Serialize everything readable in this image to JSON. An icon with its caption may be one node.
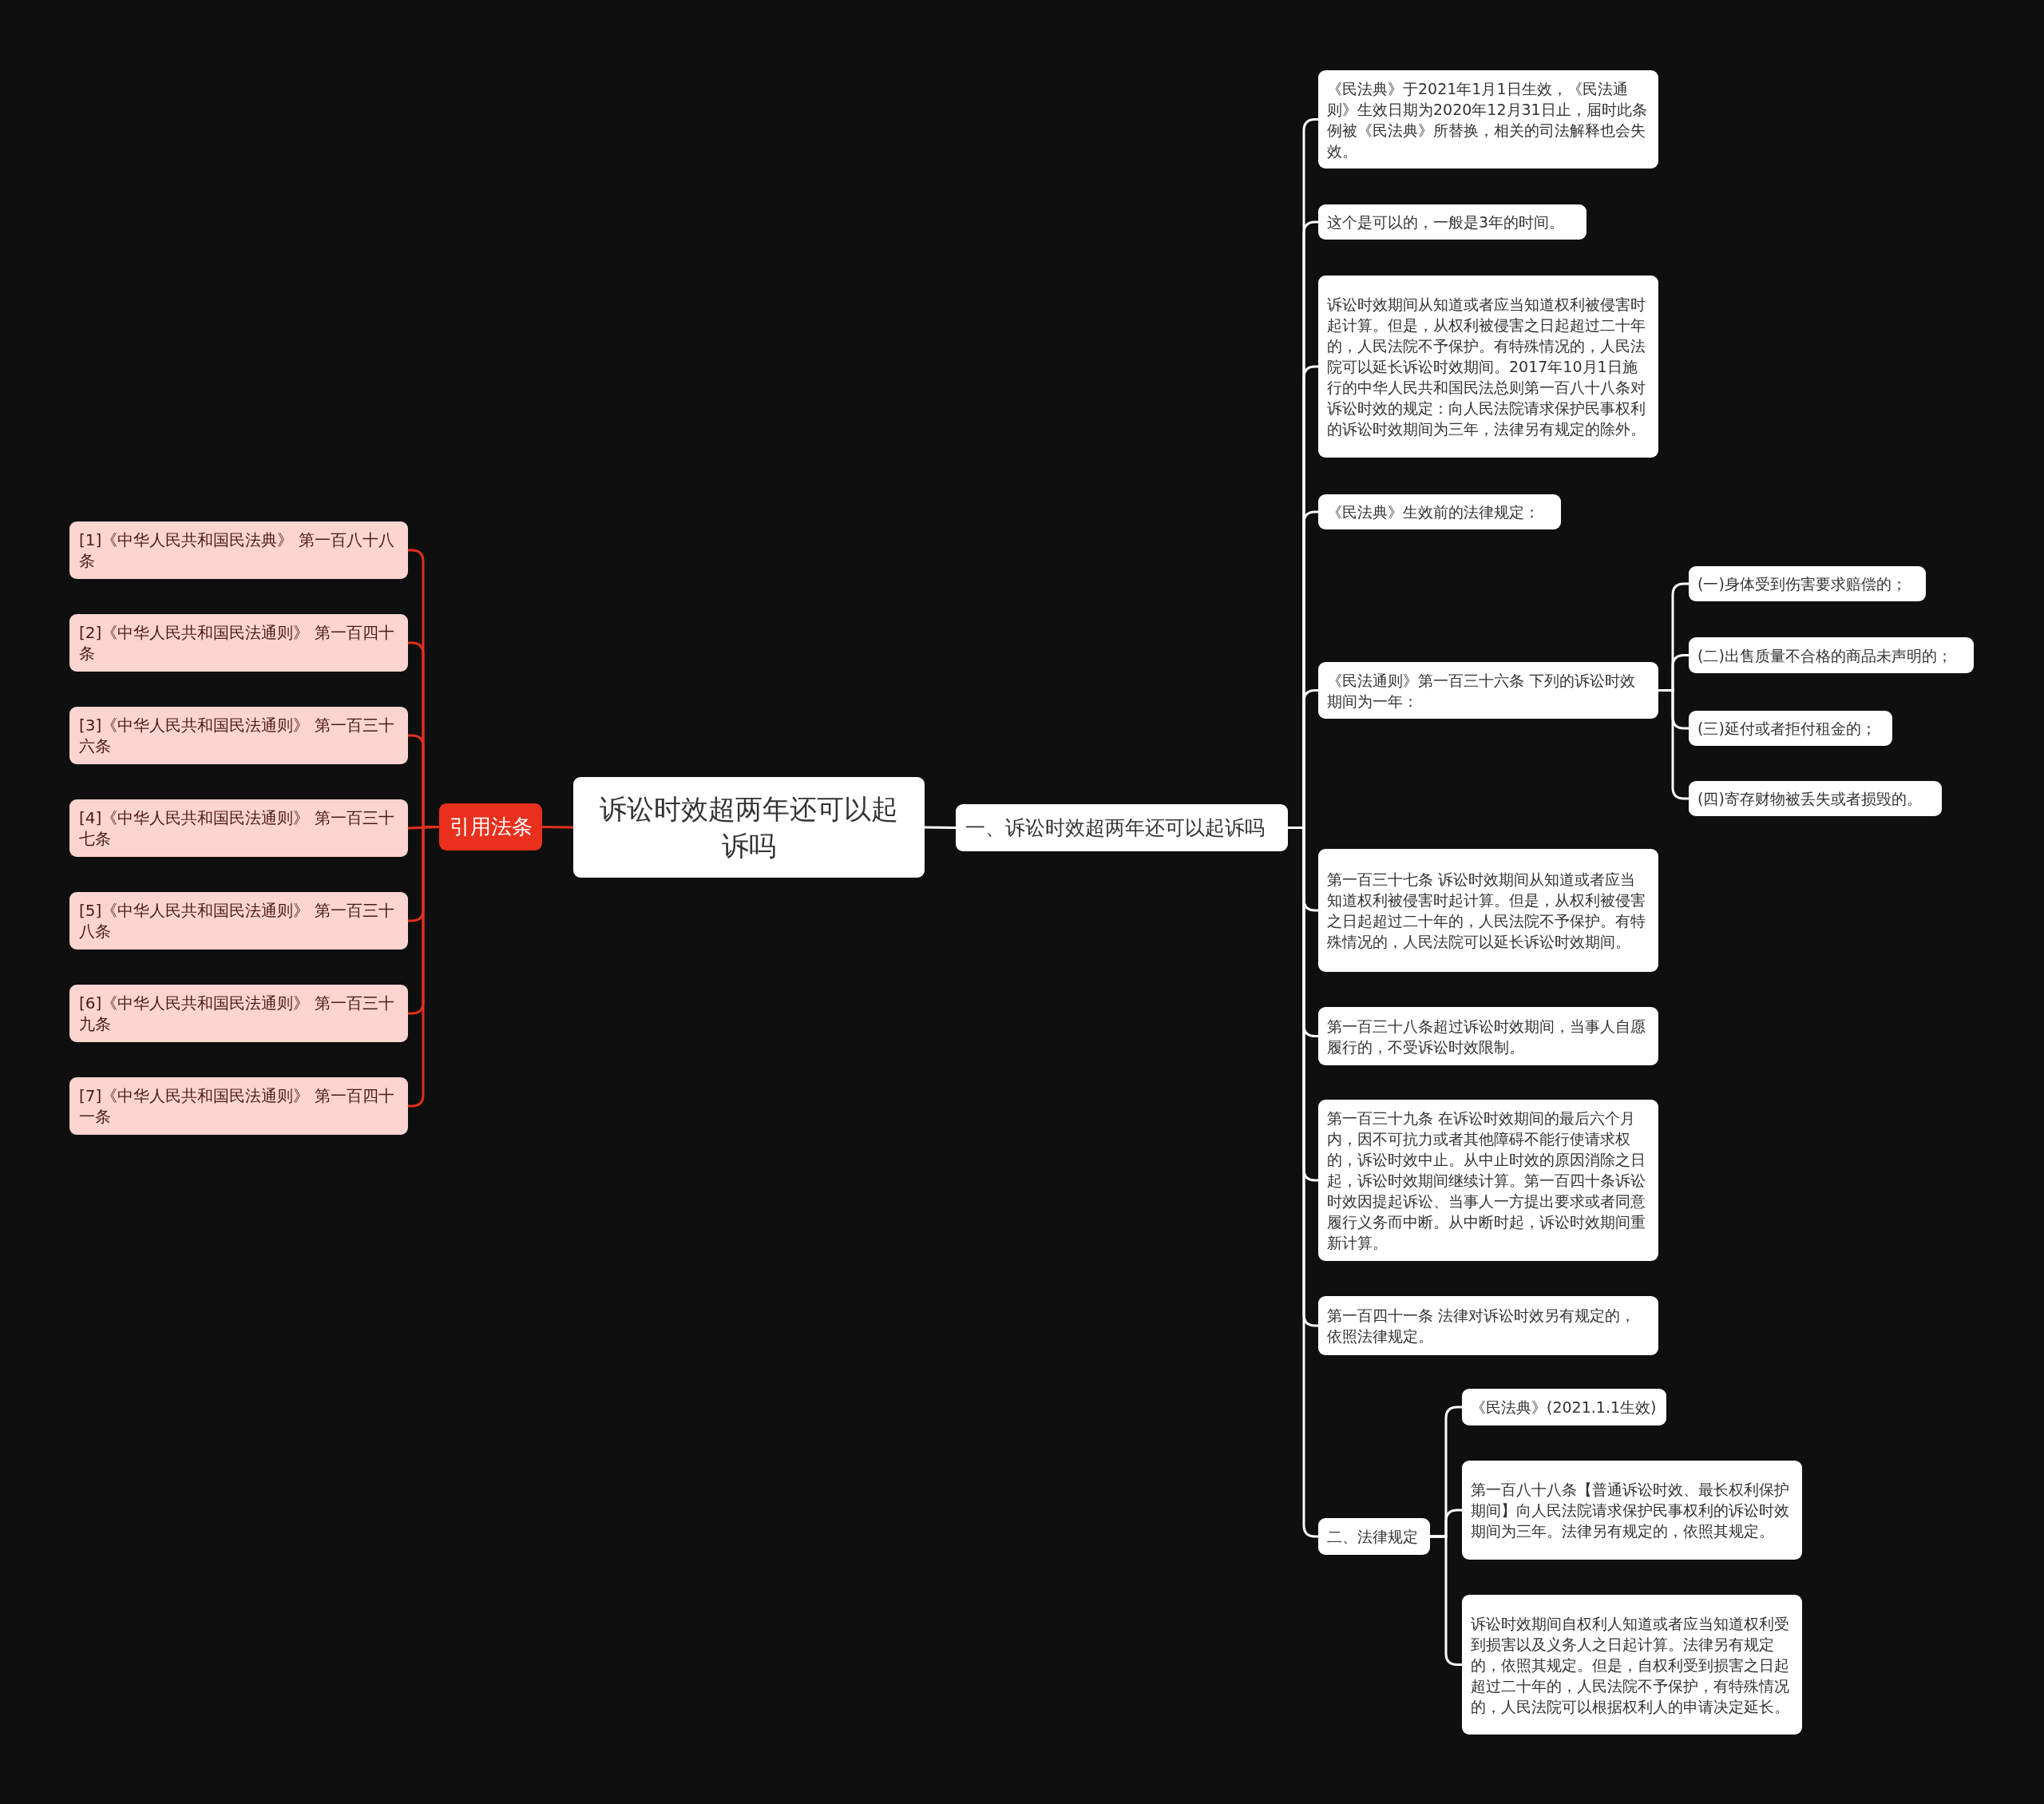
{
  "diagram": {
    "nodes": [
      {
        "text": [
          "诉讼时效超两年还可以起诉吗"
        ]
      },
      {
        "text": [
          "引用法条"
        ]
      },
      {
        "text": [
          "[1]《中华人民共和国民法典》 第一百八十八条"
        ]
      },
      {
        "text": [
          "[2]《中华人民共和国民法通则》 第一百四十条"
        ]
      },
      {
        "text": [
          "[3]《中华人民共和国民法通则》 第一百三十六条"
        ]
      },
      {
        "text": [
          "[4]《中华人民共和国民法通则》 第一百三十七条"
        ]
      },
      {
        "text": [
          "[5]《中华人民共和国民法通则》 第一百三十八条"
        ]
      },
      {
        "text": [
          "[6]《中华人民共和国民法通则》 第一百三十九条"
        ]
      },
      {
        "text": [
          "[7]《中华人民共和国民法通则》 第一百四十一条"
        ]
      },
      {
        "text": [
          "一、诉讼时效超两年还可以起诉吗"
        ]
      },
      {
        "text": [
          "《民法典》于2021年1月1日生效，《民法通则》生效日期为2020年12月31日止，届时此条例被《民法典》所替换，相关的司法解释也会失效。"
        ]
      },
      {
        "text": [
          "这个是可以的，一般是3年的时间。"
        ]
      },
      {
        "text": [
          "诉讼时效期间从知道或者应当知道权利被侵害时起计算。但是，从权利被侵害之日起超过二十年的，人民法院不予保护。有特殊情况的，人民法院可以延长诉讼时效期间。2017年10月1日施行的中华人民共和国民法总则第一百八十八条对诉讼时效的规定：向人民法院请求保护民事权利的诉讼时效期间为三年，法律另有规定的除外。"
        ]
      },
      {
        "text": [
          "《民法典》生效前的法律规定："
        ]
      },
      {
        "text": [
          "《民法通则》第一百三十六条 下列的诉讼时效期间为一年："
        ]
      },
      {
        "text": [
          "(一)身体受到伤害要求赔偿的；"
        ]
      },
      {
        "text": [
          "(二)出售质量不合格的商品未声明的；"
        ]
      },
      {
        "text": [
          "(三)延付或者拒付租金的；"
        ]
      },
      {
        "text": [
          "(四)寄存财物被丢失或者损毁的。"
        ]
      },
      {
        "text": [
          "第一百三十七条 诉讼时效期间从知道或者应当知道权利被侵害时起计算。但是，从权利被侵害之日起超过二十年的，人民法院不予保护。有特殊情况的，人民法院可以延长诉讼时效期间。"
        ]
      },
      {
        "text": [
          "第一百三十八条超过诉讼时效期间，当事人自愿履行的，不受诉讼时效限制。"
        ]
      },
      {
        "text": [
          "第一百三十九条 在诉讼时效期间的最后六个月内，因不可抗力或者其他障碍不能行使请求权的，诉讼时效中止。从中止时效的原因消除之日起，诉讼时效期间继续计算。第一百四十条诉讼时效因提起诉讼、当事人一方提出要求或者同意履行义务而中断。从中断时起，诉讼时效期间重新计算。"
        ]
      },
      {
        "text": [
          "第一百四十一条 法律对诉讼时效另有规定的，依照法律规定。"
        ]
      },
      {
        "text": [
          "二、法律规定"
        ]
      },
      {
        "text": [
          "《民法典》(2021.1.1生效)"
        ]
      },
      {
        "text": [
          "第一百八十八条【普通诉讼时效、最长权利保护期间】向人民法院请求保护民事权利的诉讼时效期间为三年。法律另有规定的，依照其规定。"
        ]
      },
      {
        "text": [
          "诉讼时效期间自权利人知道或者应当知道权利受到损害以及义务人之日起计算。法律另有规定的，依照其规定。但是，自权利受到损害之日起超过二十年的，人民法院不予保护，有特殊情况的，人民法院可以根据权利人的申请决定延长。"
        ]
      }
    ],
    "edges": [
      {
        "from": 0,
        "to": 1,
        "arrow": "none",
        "color": "#e0301e"
      },
      {
        "from": 1,
        "to": 2,
        "arrow": "none",
        "color": "#e0301e"
      },
      {
        "from": 1,
        "to": 3,
        "arrow": "none",
        "color": "#e0301e"
      },
      {
        "from": 1,
        "to": 4,
        "arrow": "none",
        "color": "#e0301e"
      },
      {
        "from": 1,
        "to": 5,
        "arrow": "none",
        "color": "#e0301e"
      },
      {
        "from": 1,
        "to": 6,
        "arrow": "none",
        "color": "#e0301e"
      },
      {
        "from": 1,
        "to": 7,
        "arrow": "none",
        "color": "#e0301e"
      },
      {
        "from": 1,
        "to": 8,
        "arrow": "none",
        "color": "#e0301e"
      },
      {
        "from": 0,
        "to": 9,
        "arrow": "none"
      },
      {
        "from": 9,
        "to": 10,
        "arrow": "none"
      },
      {
        "from": 9,
        "to": 11,
        "arrow": "none"
      },
      {
        "from": 9,
        "to": 12,
        "arrow": "none"
      },
      {
        "from": 9,
        "to": 13,
        "arrow": "none"
      },
      {
        "from": 9,
        "to": 14,
        "arrow": "none"
      },
      {
        "from": 14,
        "to": 15,
        "arrow": "none"
      },
      {
        "from": 14,
        "to": 16,
        "arrow": "none"
      },
      {
        "from": 14,
        "to": 17,
        "arrow": "none"
      },
      {
        "from": 14,
        "to": 18,
        "arrow": "none"
      },
      {
        "from": 9,
        "to": 19,
        "arrow": "none"
      },
      {
        "from": 9,
        "to": 20,
        "arrow": "none"
      },
      {
        "from": 9,
        "to": 21,
        "arrow": "none"
      },
      {
        "from": 9,
        "to": 22,
        "arrow": "none"
      },
      {
        "from": 9,
        "to": 23,
        "arrow": "none"
      },
      {
        "from": 23,
        "to": 24,
        "arrow": "none"
      },
      {
        "from": 23,
        "to": 25,
        "arrow": "none"
      },
      {
        "from": 23,
        "to": 26,
        "arrow": "none"
      }
    ]
  }
}
